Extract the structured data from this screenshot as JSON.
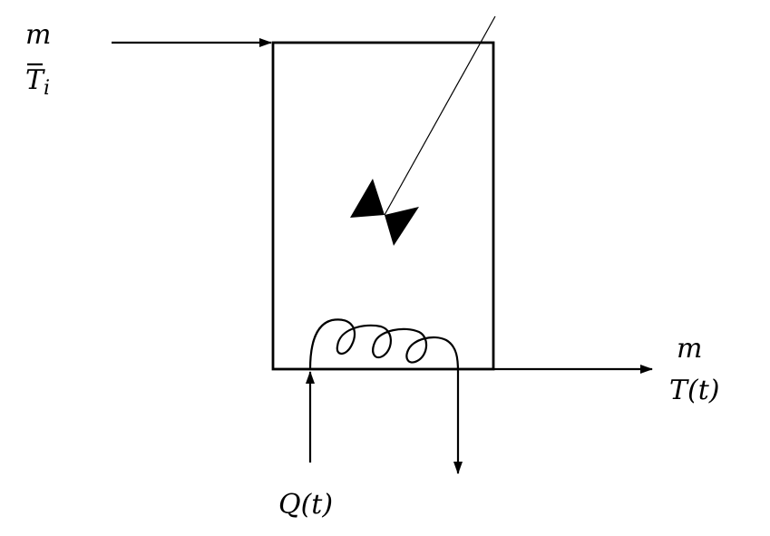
{
  "inlet": {
    "flow": "m",
    "temperature_symbol": "T",
    "temperature_subscript": "i"
  },
  "outlet": {
    "flow": "m",
    "temperature": "T(t)"
  },
  "heat_input": {
    "label": "Q(t)"
  },
  "colors": {
    "stroke": "#000000",
    "background": "#ffffff"
  }
}
